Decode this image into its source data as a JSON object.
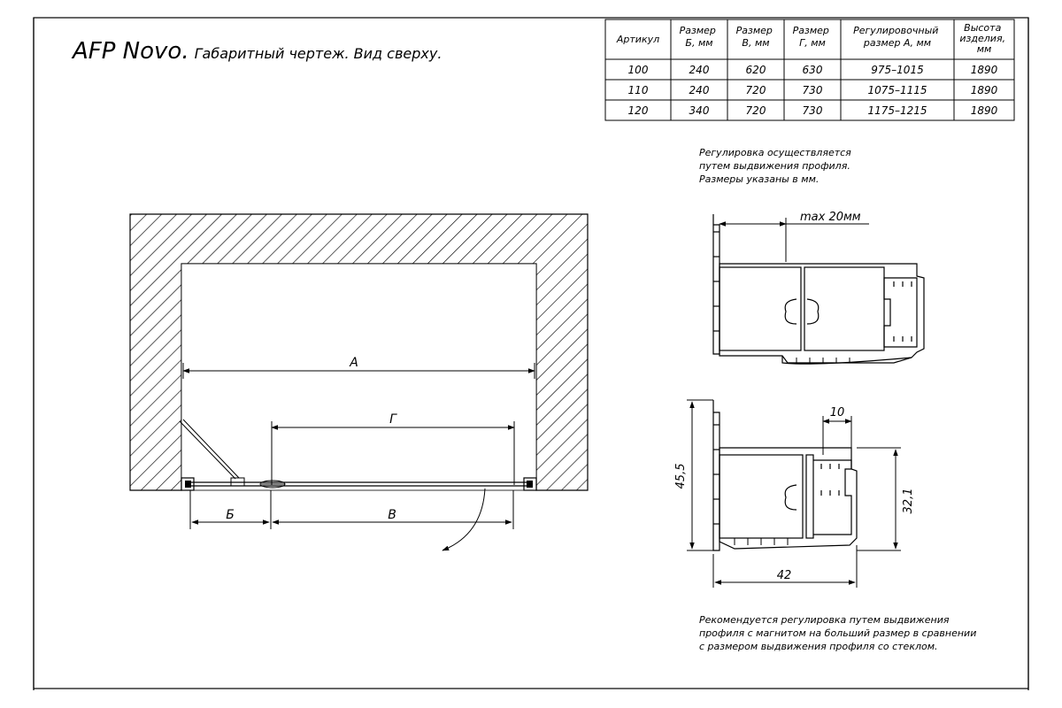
{
  "title": {
    "main": "AFP Novo.",
    "sub": "Габаритный чертеж. Вид сверху."
  },
  "spec_table": {
    "headers": [
      [
        "Артикул"
      ],
      [
        "Размер",
        "Б, мм"
      ],
      [
        "Размер",
        "В, мм"
      ],
      [
        "Размер",
        "Г, мм"
      ],
      [
        "Регулировочный",
        "размер А, мм"
      ],
      [
        "Высота",
        "изделия,",
        "мм"
      ]
    ],
    "rows": [
      [
        "100",
        "240",
        "620",
        "630",
        "975–1015",
        "1890"
      ],
      [
        "110",
        "240",
        "720",
        "730",
        "1075–1115",
        "1890"
      ],
      [
        "120",
        "340",
        "720",
        "730",
        "1175–1215",
        "1890"
      ]
    ]
  },
  "notes": {
    "top": [
      "Регулировка осуществляется",
      "путем выдвижения профиля.",
      "Размеры указаны в мм."
    ],
    "bottom": [
      "Рекомендуется регулировка путем выдвижения",
      "профиля с магнитом на больший размер в сравнении",
      "с размером выдвижения профиля со стеклом."
    ]
  },
  "plan_view": {
    "label_a": "А",
    "label_g": "Г",
    "label_b": "Б",
    "label_v": "В"
  },
  "profile_top": {
    "label_max": "max 20мм"
  },
  "profile_bottom": {
    "dim_height": "45,5",
    "dim_inner": "32,1",
    "dim_width": "42",
    "dim_gap": "10"
  }
}
